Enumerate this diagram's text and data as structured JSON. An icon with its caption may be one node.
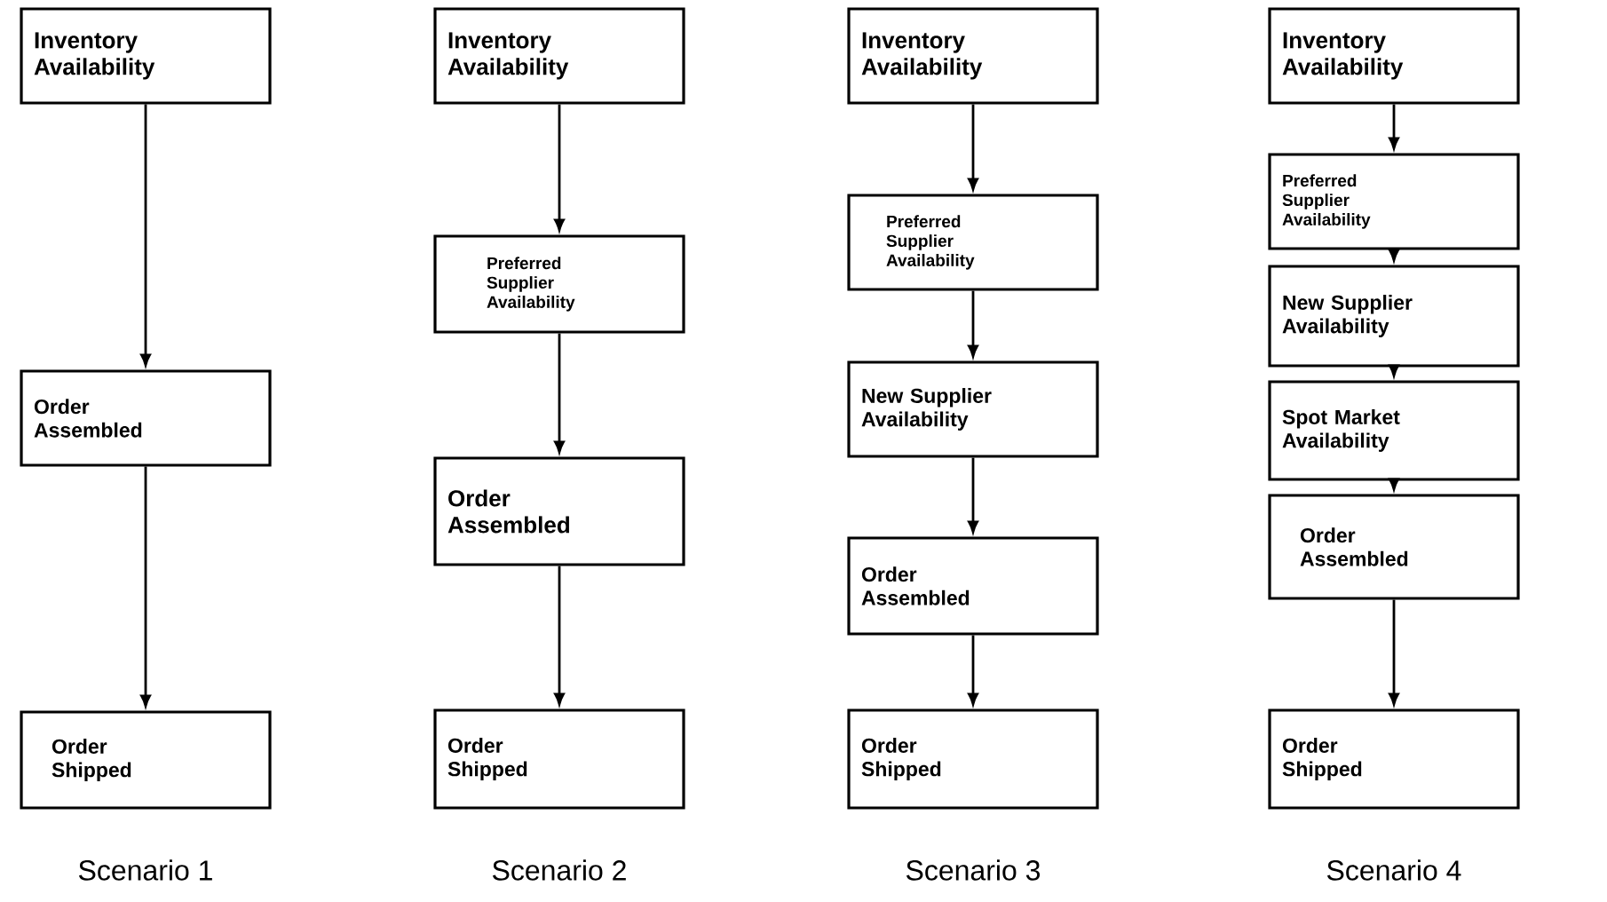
{
  "diagram": {
    "nodes": [
      {
        "text": [
          "Inventory Availability"
        ]
      },
      {
        "text": [
          "Order Assembled"
        ]
      },
      {
        "text": [
          "Order Shipped"
        ]
      },
      {
        "text": [
          "Inventory Availability"
        ]
      },
      {
        "text": [
          "Preferred Supplier Availability"
        ]
      },
      {
        "text": [
          "Order Assembled"
        ]
      },
      {
        "text": [
          "Order Shipped"
        ]
      },
      {
        "text": [
          "Inventory Availability"
        ]
      },
      {
        "text": [
          "Preferred Supplier Availability"
        ]
      },
      {
        "text": [
          "New Supplier Availability"
        ]
      },
      {
        "text": [
          "Order Assembled"
        ]
      },
      {
        "text": [
          "Order Shipped"
        ]
      },
      {
        "text": [
          "Inventory Availability"
        ]
      },
      {
        "text": [
          "Preferred Supplier Availability"
        ]
      },
      {
        "text": [
          "New Supplier Availability"
        ]
      },
      {
        "text": [
          "Spot Market Availability"
        ]
      },
      {
        "text": [
          "Order Assembled"
        ]
      },
      {
        "text": [
          "Order Shipped"
        ]
      }
    ],
    "edges": [
      {
        "from": 0,
        "to": 1,
        "arrow": "to"
      },
      {
        "from": 1,
        "to": 2,
        "arrow": "to"
      },
      {
        "from": 3,
        "to": 4,
        "arrow": "to"
      },
      {
        "from": 4,
        "to": 5,
        "arrow": "to"
      },
      {
        "from": 5,
        "to": 6,
        "arrow": "to"
      },
      {
        "from": 7,
        "to": 8,
        "arrow": "to"
      },
      {
        "from": 8,
        "to": 9,
        "arrow": "to"
      },
      {
        "from": 9,
        "to": 10,
        "arrow": "to"
      },
      {
        "from": 10,
        "to": 11,
        "arrow": "to"
      },
      {
        "from": 12,
        "to": 13,
        "arrow": "to"
      },
      {
        "from": 13,
        "to": 14,
        "arrow": "to"
      },
      {
        "from": 14,
        "to": 15,
        "arrow": "to"
      },
      {
        "from": 15,
        "to": 16,
        "arrow": "to"
      },
      {
        "from": 16,
        "to": 17,
        "arrow": "to"
      }
    ],
    "labels": [
      "Scenario 1",
      "Scenario 2",
      "Scenario 3",
      "Scenario 4"
    ]
  }
}
